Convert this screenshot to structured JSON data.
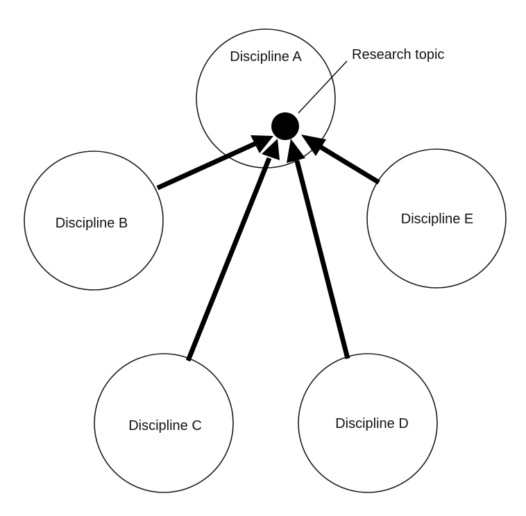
{
  "topic": {
    "label": "Research topic"
  },
  "disciplines": {
    "a": "Discipline A",
    "b": "Discipline B",
    "c": "Discipline C",
    "d": "Discipline D",
    "e": "Discipline E"
  }
}
